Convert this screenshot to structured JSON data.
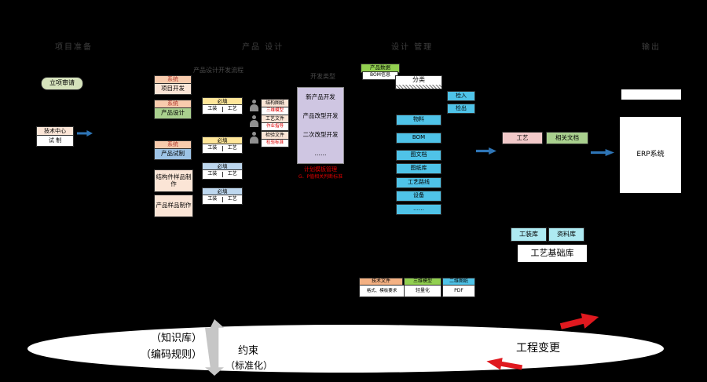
{
  "lanes": {
    "prep": "项目准备",
    "design": "产品 设计",
    "manage": "设计 管理",
    "output": "输出"
  },
  "faint": {
    "flow_title": "产品设计开发流程",
    "dev_type": "开发类型"
  },
  "start": {
    "label": "立项审请"
  },
  "dept": {
    "header": "技术中心",
    "row": "试 制"
  },
  "stages": [
    {
      "header": "系统",
      "body": "项目开发"
    },
    {
      "header": "系统",
      "body": "产品设计"
    },
    {
      "header": "系统",
      "body": "产品试制"
    }
  ],
  "make": [
    "结构件样品制作",
    "产品样品制作"
  ],
  "req_tables": [
    {
      "header": "必填",
      "c1": "工装",
      "c2": "工艺"
    },
    {
      "header": "必填",
      "c1": "工装",
      "c2": "工艺"
    },
    {
      "header": "必填",
      "c1": "工装",
      "c2": "工艺"
    },
    {
      "header": "必填",
      "c1": "工装",
      "c2": "工艺"
    }
  ],
  "roles": [
    {
      "top": "结构图纸",
      "note": "三维模型"
    },
    {
      "top": "工艺文件",
      "note": "作业指导"
    },
    {
      "top": "检验文件",
      "note": "检验标准"
    }
  ],
  "dev_box": {
    "items": [
      "新产品开发",
      "产品改型开发",
      "二次改型开发",
      "……"
    ],
    "note1": "计划模板管理",
    "note2": "G、P值相关判断标准"
  },
  "product_data": {
    "header": "产品数据",
    "sub": "BOM信息"
  },
  "classify": "分类",
  "stack": [
    "物料",
    "BOM",
    "图文档",
    "图纸库",
    "工艺路线",
    "设备",
    "……"
  ],
  "check": {
    "in": "检入",
    "out": "检出"
  },
  "mid": {
    "process": "工艺",
    "docs": "相关文档"
  },
  "erp": "ERP系统",
  "libs": {
    "tooling": "工装库",
    "materials": "资料库",
    "base": "工艺基础库"
  },
  "outputs": [
    {
      "header": "技术文件",
      "row": "格式、模板要求"
    },
    {
      "header": "三维模型",
      "row": "轻量化"
    },
    {
      "header": "二维图纸",
      "row": "PDF"
    }
  ],
  "ellipse": {
    "knowledge": "（知识库）",
    "coding": "（编码规则）",
    "constraint": "约束",
    "standard": "（标准化）",
    "change": "工程变更"
  },
  "colors": {
    "cyan": "#4fc3e8",
    "green": "#a9d08e",
    "bright_green": "#92d050",
    "tan": "#fbe5d6",
    "yellow": "#ffe699",
    "blue_light": "#9dc3e6",
    "purple": "#cfc6e2",
    "pink": "#f2c9c9",
    "orange": "#f4b183",
    "red": "#e0191f",
    "arrow_blue": "#2e75b6"
  }
}
